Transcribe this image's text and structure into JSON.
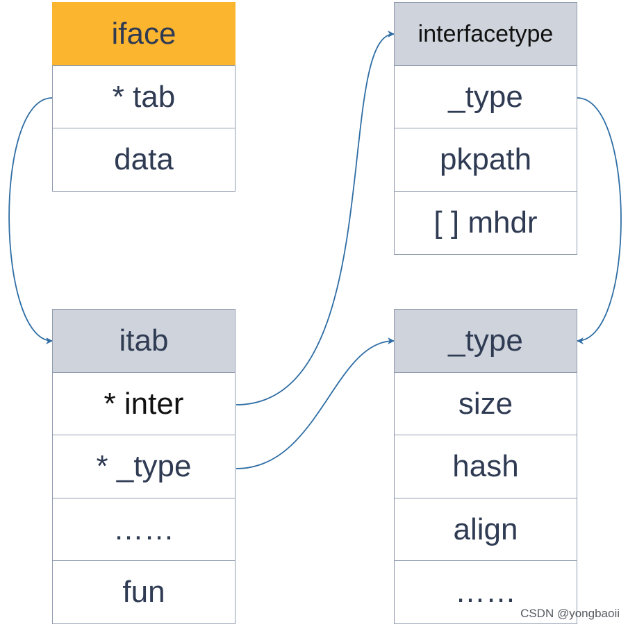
{
  "iface": {
    "title": "iface",
    "fields": [
      "* tab",
      "data"
    ]
  },
  "interfacetype": {
    "title": "interfacetype",
    "fields": [
      "_type",
      "pkpath",
      "[ ] mhdr"
    ]
  },
  "itab": {
    "title": "itab",
    "fields": [
      "* inter",
      "* _type",
      "……",
      "fun"
    ]
  },
  "type": {
    "title": "_type",
    "fields": [
      "size",
      "hash",
      "align",
      "……"
    ]
  },
  "watermark": "CSDN @yongbaoii",
  "colors": {
    "header_orange": "#fbb52f",
    "header_gray": "#cfd4dc",
    "border": "#8e9aad",
    "arrow": "#2e6da4",
    "text": "#2f3b53"
  }
}
